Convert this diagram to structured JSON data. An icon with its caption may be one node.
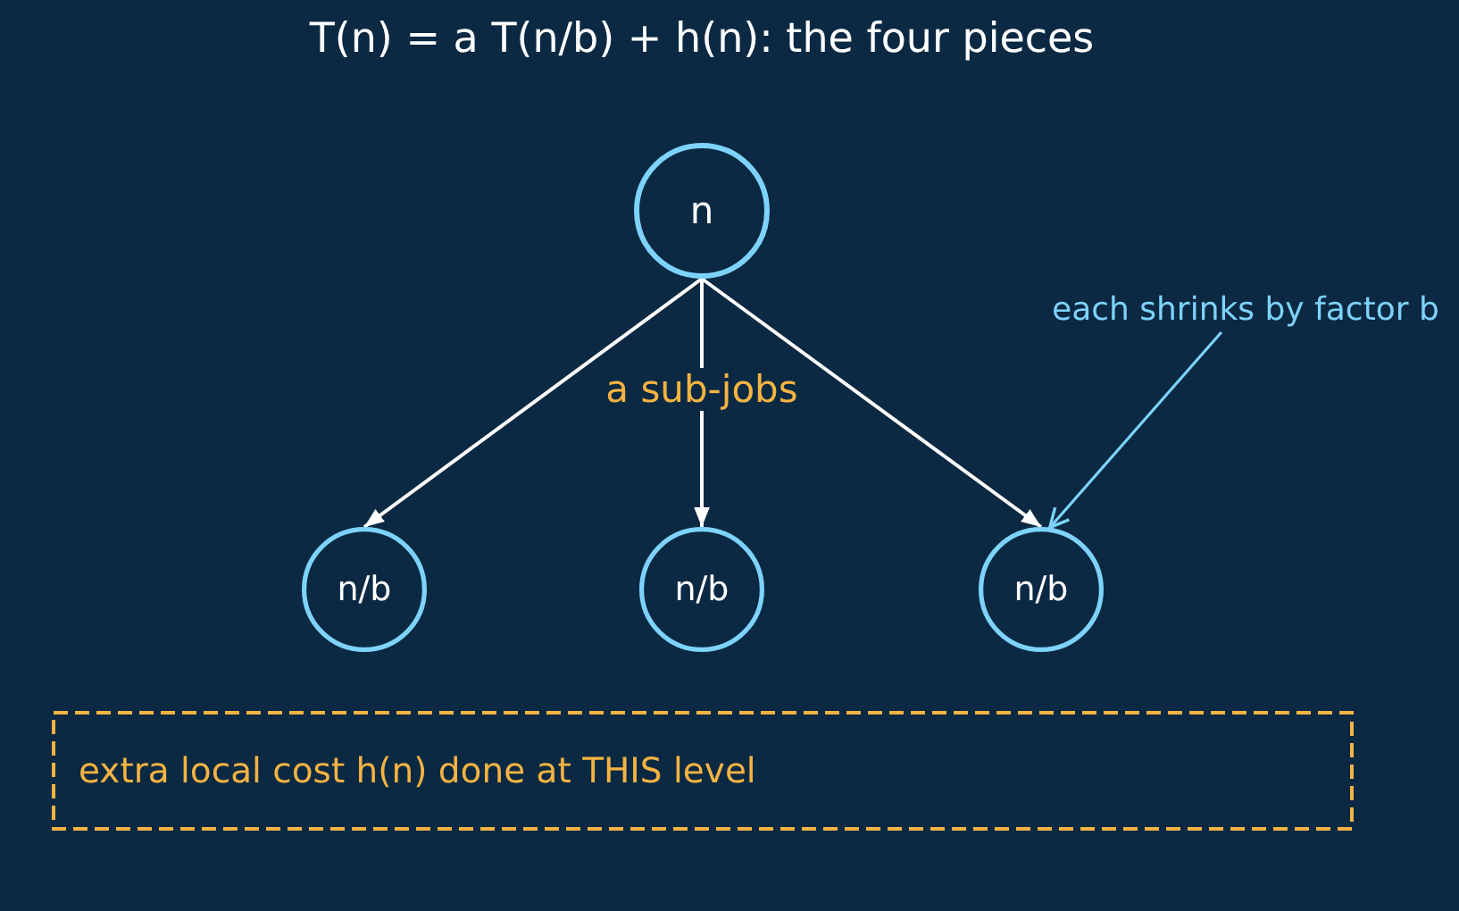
{
  "diagram": {
    "title": "T(n) = a T(n/b) + h(n): the four pieces",
    "nodes": [
      {
        "text": [
          "n"
        ]
      },
      {
        "text": [
          "n/b"
        ]
      },
      {
        "text": [
          "n/b"
        ]
      },
      {
        "text": [
          "n/b"
        ]
      },
      {
        "text": [
          "each shrinks by factor b"
        ]
      },
      {
        "text": [
          "extra local cost h(n) done at THIS level"
        ]
      }
    ],
    "edges": [
      {
        "from": 0,
        "to": 1,
        "arrow": "to"
      },
      {
        "from": 0,
        "to": 2,
        "arrow": "to",
        "label": "a sub-jobs"
      },
      {
        "from": 0,
        "to": 3,
        "arrow": "to"
      },
      {
        "from": 4,
        "to": 3,
        "arrow": "to",
        "color": "#7dd3fc"
      }
    ]
  }
}
